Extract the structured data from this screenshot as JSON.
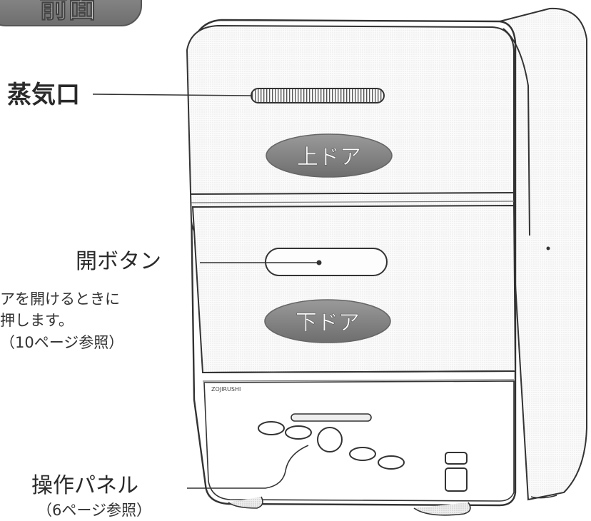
{
  "header": {
    "title": "前面"
  },
  "callouts": {
    "steam": {
      "label": "蒸気口"
    },
    "open_button": {
      "label": "開ボタン",
      "note": [
        "アを開けるときに",
        "押します。",
        "（10ページ参照）"
      ]
    },
    "panel": {
      "label": "操作パネル",
      "note": "（6ページ参照）"
    }
  },
  "doors": {
    "upper": "上ドア",
    "lower": "下ドア"
  },
  "brand": "ZOJIRUSHI"
}
